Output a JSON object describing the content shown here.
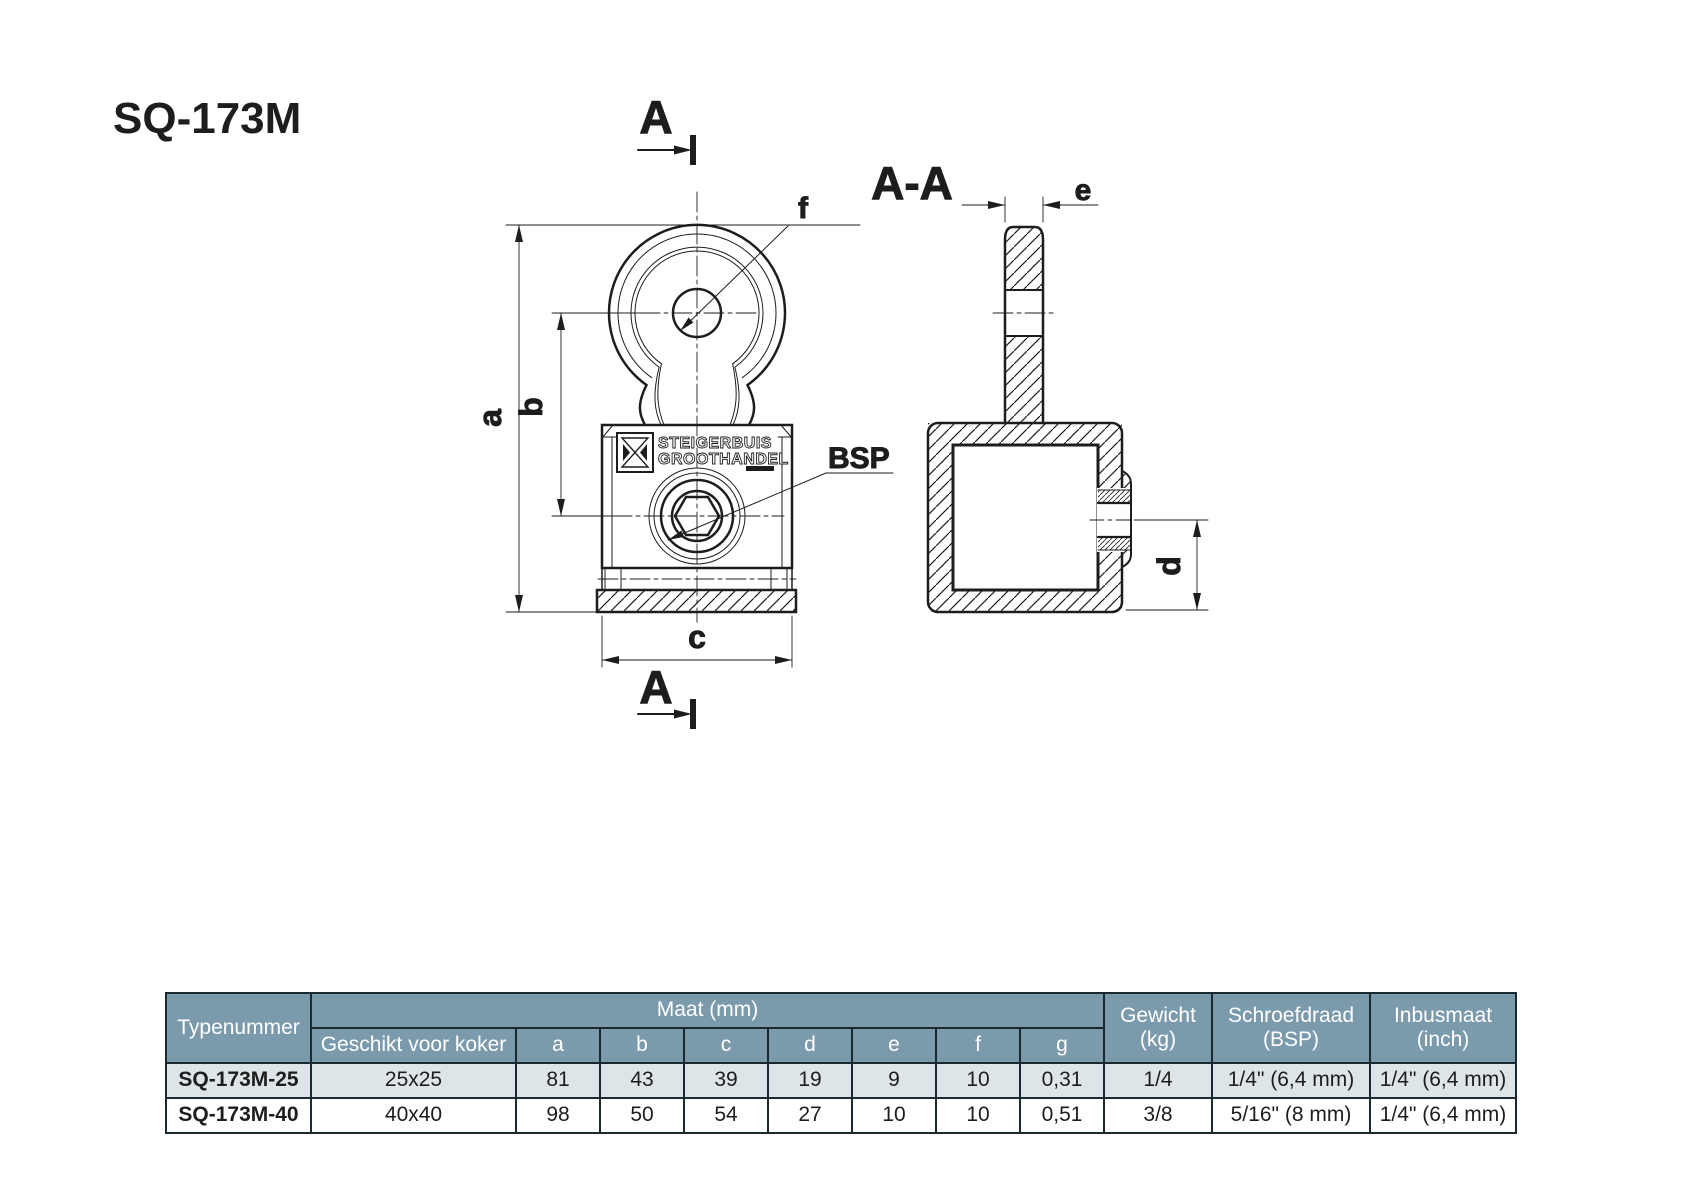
{
  "page": {
    "title": "SQ-173M",
    "line_color": "#1d1d1b",
    "table_header_color": "#7B9AAC",
    "table_alt_row_color": "#DEE5E9"
  },
  "drawing": {
    "front": {
      "section_label_top": "A",
      "section_label_bottom": "A",
      "dim_a": "a",
      "dim_b": "b",
      "dim_c": "c",
      "hole_label": "f",
      "thread_label": "BSP",
      "logo_line1": "STEIGERBUIS",
      "logo_line2": "GROOTHANDEL"
    },
    "section": {
      "title": "A-A",
      "dim_d": "d",
      "dim_e": "e"
    }
  },
  "table": {
    "header": {
      "typenummer": "Typenummer",
      "maat": "Maat (mm)",
      "geschikt": "Geschikt voor koker",
      "dims": [
        "a",
        "b",
        "c",
        "d",
        "e",
        "f",
        "g"
      ],
      "gewicht_l1": "Gewicht",
      "gewicht_l2": "(kg)",
      "schroefdraad_l1": "Schroefdraad",
      "schroefdraad_l2": "(BSP)",
      "inbusmaat_l1": "Inbusmaat",
      "inbusmaat_l2": "(inch)"
    },
    "rows": [
      {
        "type": "SQ-173M-25",
        "koker": "25x25",
        "a": "81",
        "b": "43",
        "c": "39",
        "d": "19",
        "e": "9",
        "f": "10",
        "g": "0,31",
        "gewicht": "1/4",
        "schroefdraad": "1/4\" (6,4 mm)",
        "inbusmaat": "1/4\" (6,4 mm)"
      },
      {
        "type": "SQ-173M-40",
        "koker": "40x40",
        "a": "98",
        "b": "50",
        "c": "54",
        "d": "27",
        "e": "10",
        "f": "10",
        "g": "0,51",
        "gewicht": "3/8",
        "schroefdraad": "5/16\" (8 mm)",
        "inbusmaat": "1/4\" (6,4 mm)"
      }
    ]
  }
}
